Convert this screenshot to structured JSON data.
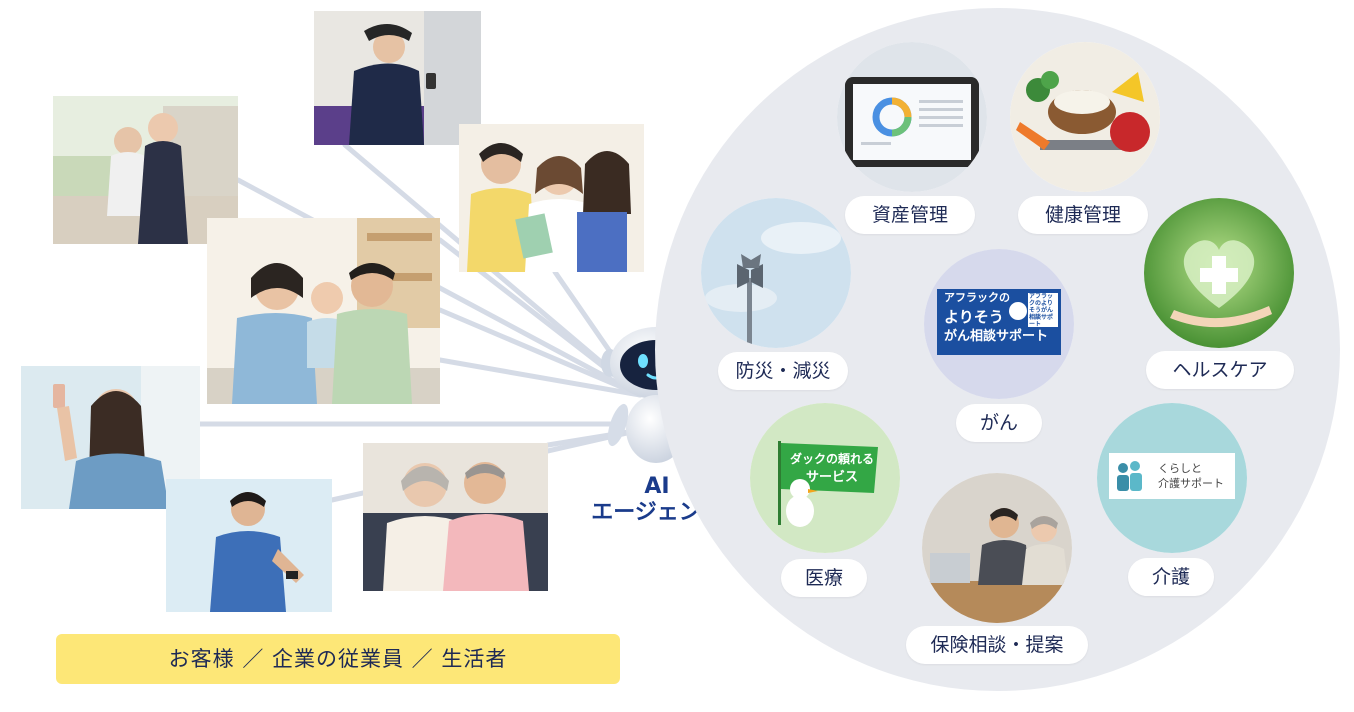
{
  "agent": {
    "line1": "AI",
    "line2": "エージェント"
  },
  "audience_label": "お客様 ／ 企業の従業員 ／ 生活者",
  "services": [
    {
      "label": "資産管理"
    },
    {
      "label": "健康管理"
    },
    {
      "label": "防災・減災"
    },
    {
      "label": "がん"
    },
    {
      "label": "ヘルスケア"
    },
    {
      "label": "医療"
    },
    {
      "label": "介護"
    },
    {
      "label": "保険相談・提案"
    }
  ],
  "service_cards": {
    "cancer": {
      "brand": "アフラックの",
      "title": "よりそう",
      "sub": "がん相談サポート",
      "badge": "アフラックのよりそうがん相談サポート"
    },
    "medical": {
      "line1": "ダックの頼れる",
      "line2": "サービス"
    },
    "care": {
      "line1": "くらしと",
      "line2": "介護サポート"
    }
  },
  "colors": {
    "navy": "#1e2a55",
    "agent_blue": "#1a3b8b",
    "circle_bg": "#e8eaef",
    "audience_bg": "#fde777",
    "ray": "#d5dbe6"
  }
}
